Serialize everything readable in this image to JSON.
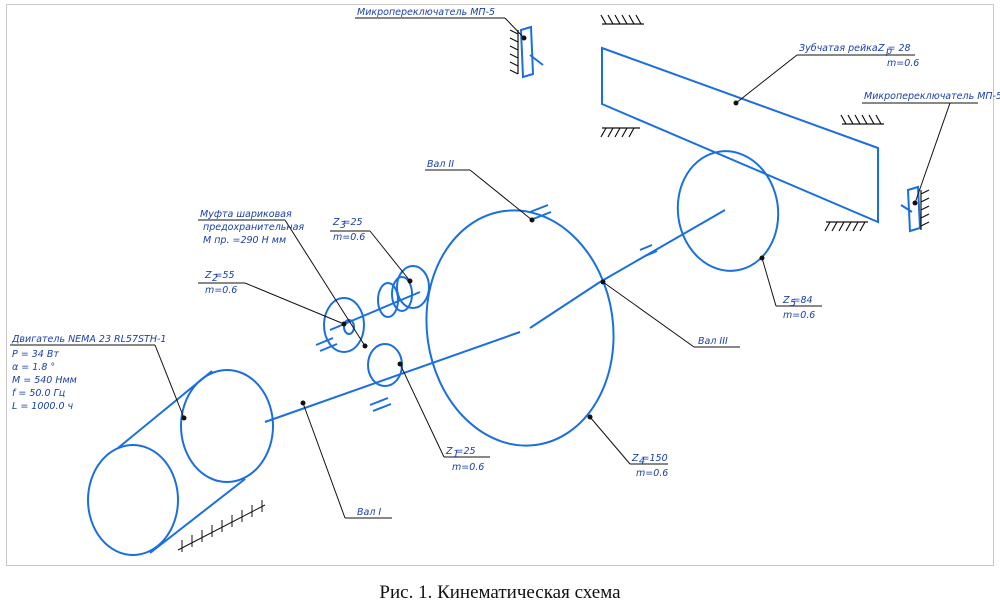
{
  "caption": "Рис. 1.  Кинематическая схема",
  "labels": {
    "microswitch_top": "Микропереключатель МП-5",
    "microswitch_right": "Микропереключатель МП-5",
    "rack": "Зубчатая рейка",
    "rack_z": "Z   = 28",
    "rack_z_sub": "р",
    "rack_m": "m=0.6",
    "shaft2": "Вал II",
    "shaft3": "Вал III",
    "shaft1": "Вал I",
    "clutch_1": "Муфта шариковая",
    "clutch_2": "предохранительная",
    "clutch_3": "М пр. =290 Н мм",
    "z3": "Z =25",
    "z3_sub": "3",
    "z3_m": "m=0.6",
    "z2": "Z =55",
    "z2_sub": "2",
    "z2_m": "m=0.6",
    "z1": "Z =25",
    "z1_sub": "1",
    "z1_m": "m=0.6",
    "z4": "Z =150",
    "z4_sub": "4",
    "z4_m": "m=0.6",
    "z5": "Z =84",
    "z5_sub": "5",
    "z5_m": "m=0.6",
    "motor": [
      "Двигатель NEMA 23 RL57STH-1",
      "P = 34 Вт",
      "α  = 1.8 °",
      "М   = 540 Нмм",
      "f    =  50.0 Гц",
      "L = 1000.0 ч"
    ]
  }
}
